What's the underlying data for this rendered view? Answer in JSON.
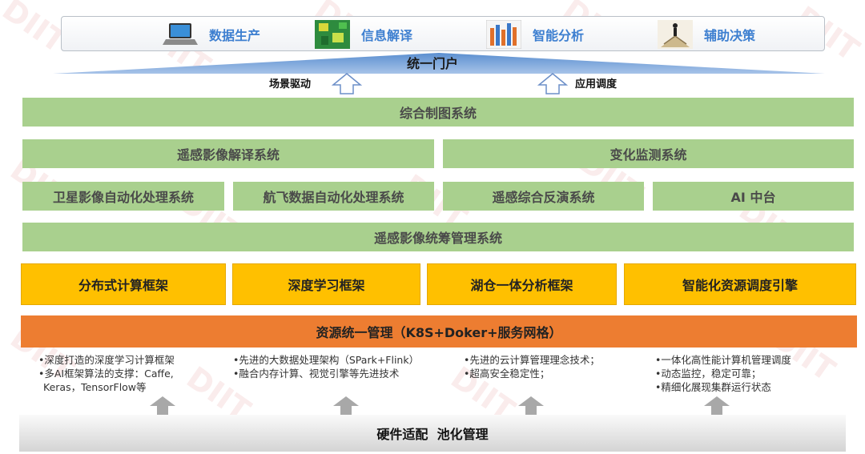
{
  "top_items": [
    {
      "label": "数据生产",
      "icon": "laptop-icon"
    },
    {
      "label": "信息解译",
      "icon": "satellite-map-icon"
    },
    {
      "label": "智能分析",
      "icon": "bar-chart-icon"
    },
    {
      "label": "辅助决策",
      "icon": "decision-person-icon"
    }
  ],
  "portal": "统一门户",
  "scene_drive": "场景驱动",
  "app_dispatch": "应用调度",
  "comprehensive_mapping": "综合制图系统",
  "row2": [
    "遥感影像解译系统",
    "变化监测系统"
  ],
  "row3": [
    "卫星影像自动化处理系统",
    "航飞数据自动化处理系统",
    "遥感综合反演系统",
    "AI 中台"
  ],
  "management": "遥感影像统筹管理系统",
  "frameworks": [
    "分布式计算框架",
    "深度学习框架",
    "湖仓一体分析框架",
    "智能化资源调度引擎"
  ],
  "resource": "资源统一管理（K8S+Doker+服务网格）",
  "descriptions": [
    [
      "•深度打造的深度学习计算框架",
      "•多AI框架算法的支撑：Caffe,",
      "  Keras，TensorFlow等"
    ],
    [
      "•先进的大数据处理架构（SPark+Flink）",
      "•融合内存计算、视觉引擎等先进技术"
    ],
    [
      "•先进的云计算管理理念技术；",
      "•超高安全稳定性；"
    ],
    [
      "•一体化高性能计算机管理调度",
      "•动态监控，稳定可靠；",
      "•精细化展现集群运行状态"
    ]
  ],
  "hardware": "硬件适配  池化管理",
  "watermark": "DIIT",
  "colors": {
    "green": "#a9d08e",
    "yellow": "#ffc000",
    "orange": "#ed7d31",
    "top_label": "#3d7fd0"
  }
}
